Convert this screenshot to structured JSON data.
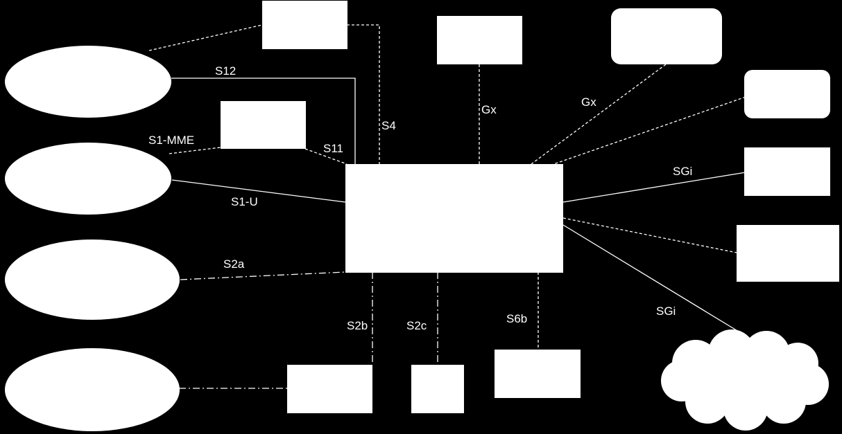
{
  "diagram": {
    "background_color": "#000000",
    "node_color": "#ffffff",
    "line_color": "#ffffff",
    "interfaces": {
      "s12": "S12",
      "s4": "S4",
      "gx_left": "Gx",
      "gx_right": "Gx",
      "s1_mme": "S1-MME",
      "s11": "S11",
      "s1_u": "S1-U",
      "sgi_top": "SGi",
      "s2a": "S2a",
      "s2b": "S2b",
      "s2c": "S2c",
      "s6b": "S6b",
      "sgi_bottom": "SGi"
    }
  }
}
